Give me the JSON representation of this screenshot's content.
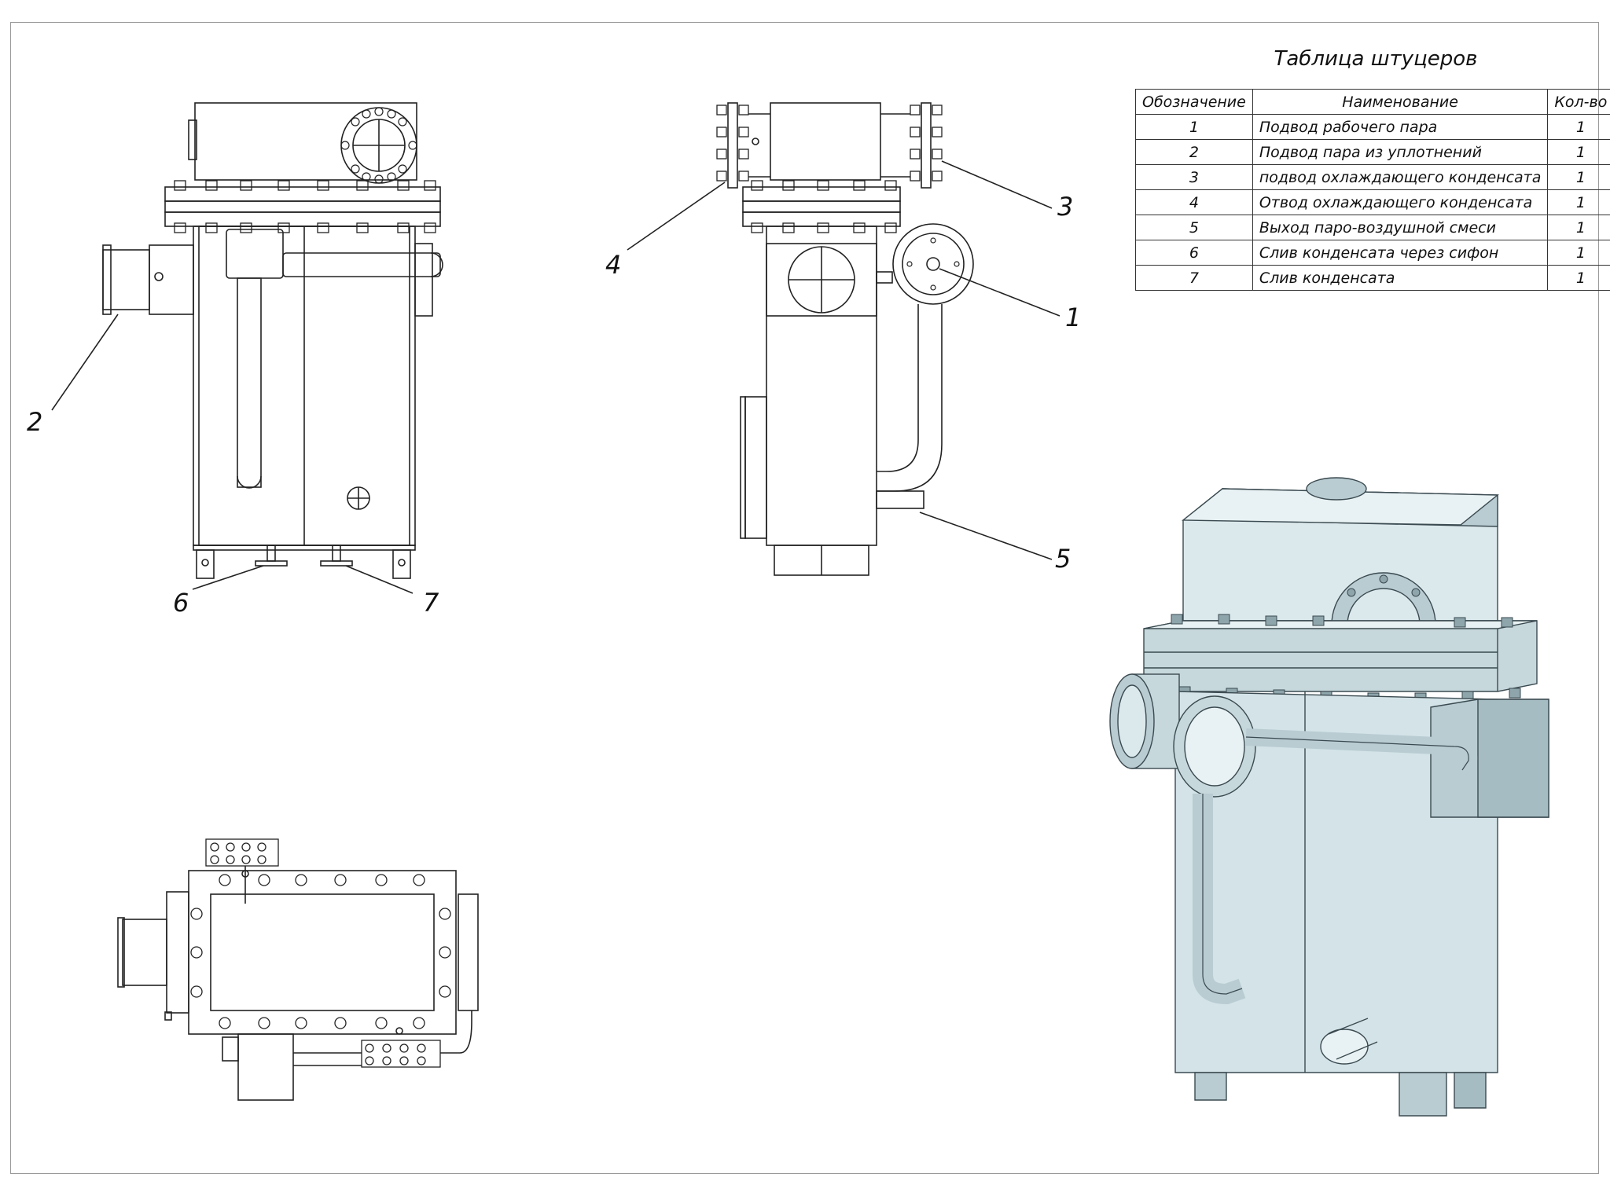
{
  "table": {
    "title": "Таблица штуцеров",
    "headers": [
      "Обозначение",
      "Наименование",
      "Кол-во"
    ],
    "rows": [
      {
        "id": "1",
        "name": "Подвод рабочего пара",
        "qty": "1"
      },
      {
        "id": "2",
        "name": "Подвод пара из уплотнений",
        "qty": "1"
      },
      {
        "id": "3",
        "name": "подвод охлаждающего конденсата",
        "qty": "1"
      },
      {
        "id": "4",
        "name": "Отвод охлаждающего конденсата",
        "qty": "1"
      },
      {
        "id": "5",
        "name": "Выход паро-воздушной смеси",
        "qty": "1"
      },
      {
        "id": "6",
        "name": "Слив конденсата через сифон",
        "qty": "1"
      },
      {
        "id": "7",
        "name": "Слив конденсата",
        "qty": "1"
      }
    ]
  },
  "callouts": {
    "front": [
      "2",
      "6",
      "7"
    ],
    "side": [
      "4",
      "3",
      "1",
      "5"
    ]
  },
  "colors": {
    "line": "#222222",
    "frame": "#9a9a9a",
    "metal_light": "#dce9ec",
    "metal_mid": "#b9ccd2",
    "metal_dark": "#8fa5ac"
  }
}
